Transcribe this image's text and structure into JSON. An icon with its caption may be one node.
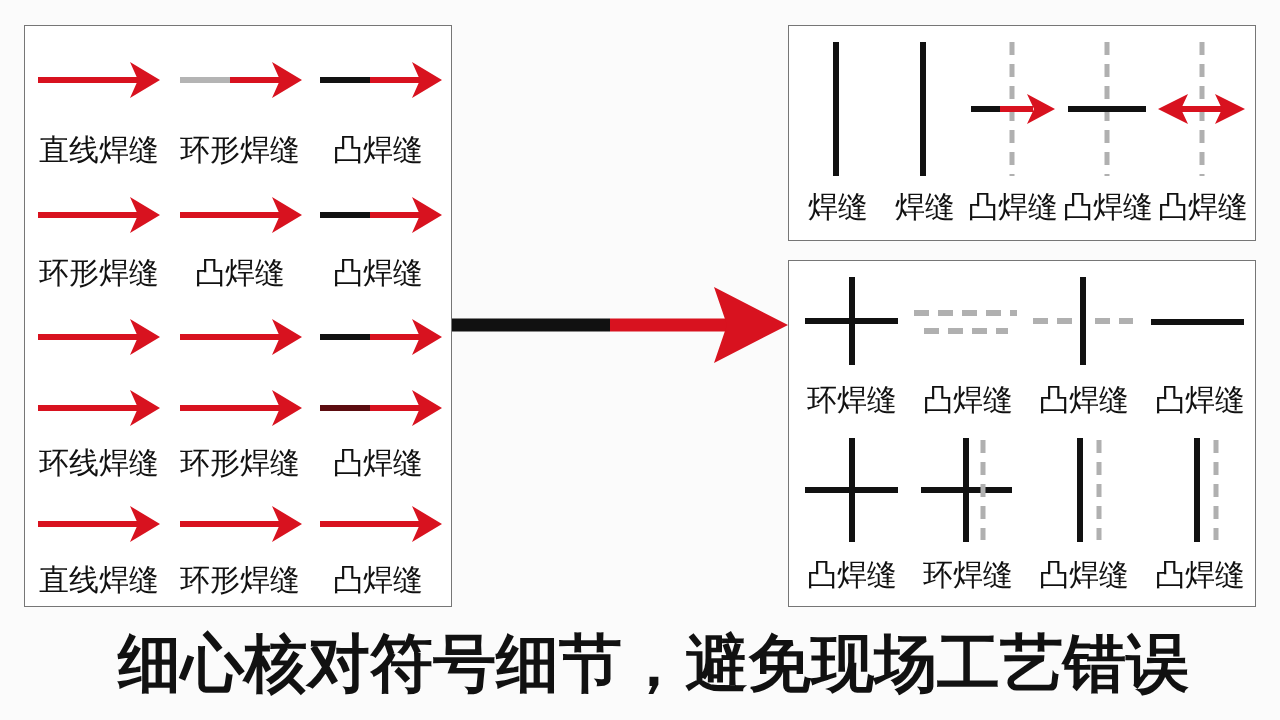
{
  "diagram": {
    "caption": "细心核对符号细节，避免现场工艺错误",
    "nodes": [
      {
        "text": [
          "直线焊缝",
          "环形焊缝",
          "凸焊缝",
          "环形焊缝",
          "凸焊缝",
          "凸焊缝",
          "环线焊缝",
          "环形焊缝",
          "凸焊缝",
          "直线焊缝",
          "环形焊缝",
          "凸焊缝"
        ]
      },
      {
        "text": [
          "焊缝",
          "焊缝",
          "凸焊缝",
          "凸焊缝",
          "凸焊缝"
        ]
      },
      {
        "text": [
          "环焊缝",
          "凸焊缝",
          "凸焊缝",
          "凸焊缝",
          "凸焊缝",
          "环焊缝",
          "凸焊缝",
          "凸焊缝"
        ]
      }
    ],
    "edges": [
      {
        "from": 0,
        "to": 2,
        "arrow": "to"
      }
    ]
  }
}
